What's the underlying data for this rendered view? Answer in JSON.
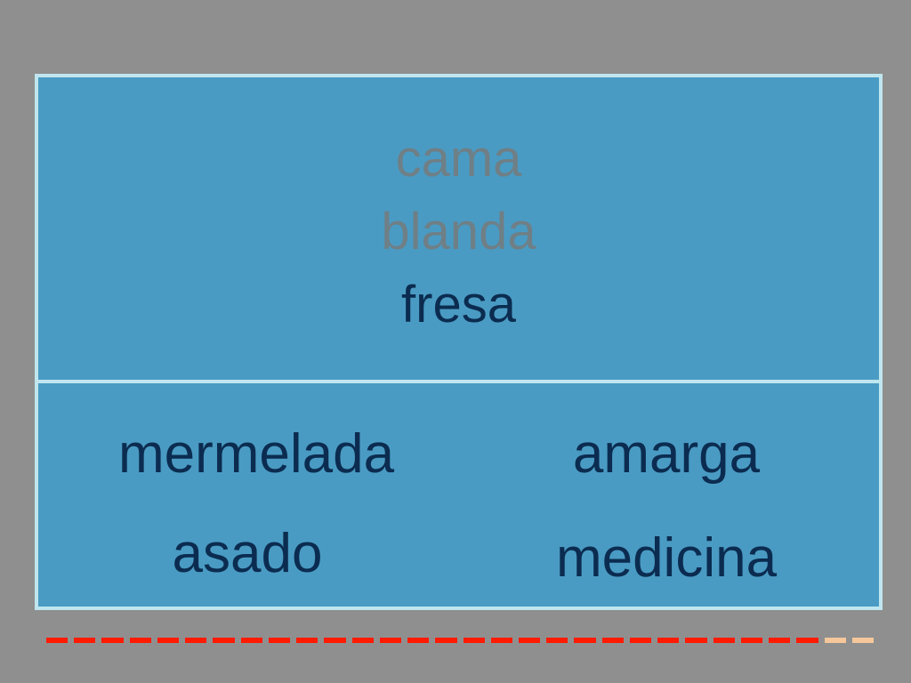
{
  "prompt_words": {
    "used": [
      "cama",
      "blanda"
    ],
    "current": "fresa"
  },
  "options": [
    "mermelada",
    "amarga",
    "asado",
    "medicina"
  ],
  "progress": {
    "completed": 28,
    "remaining": 2,
    "total": 30,
    "completed_color": "#ff1a00",
    "remaining_color": "#f5c79a"
  },
  "colors": {
    "background": "#8f8f8f",
    "board": "#4a9bc3",
    "border": "#bfe6ee",
    "text": "#0b2c50",
    "used_text": "#6f7f86"
  }
}
